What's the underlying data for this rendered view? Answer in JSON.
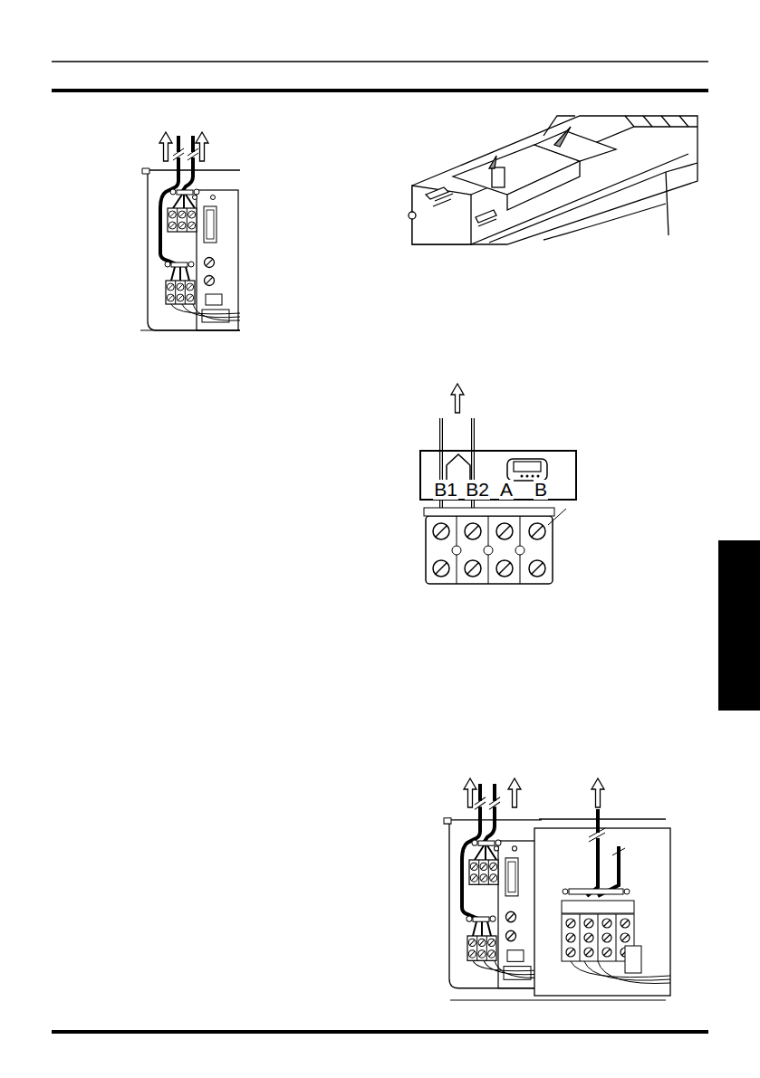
{
  "diagram": {
    "nodes": [
      {
        "text": [
          "B1",
          "B2",
          "A",
          "B"
        ]
      }
    ]
  }
}
